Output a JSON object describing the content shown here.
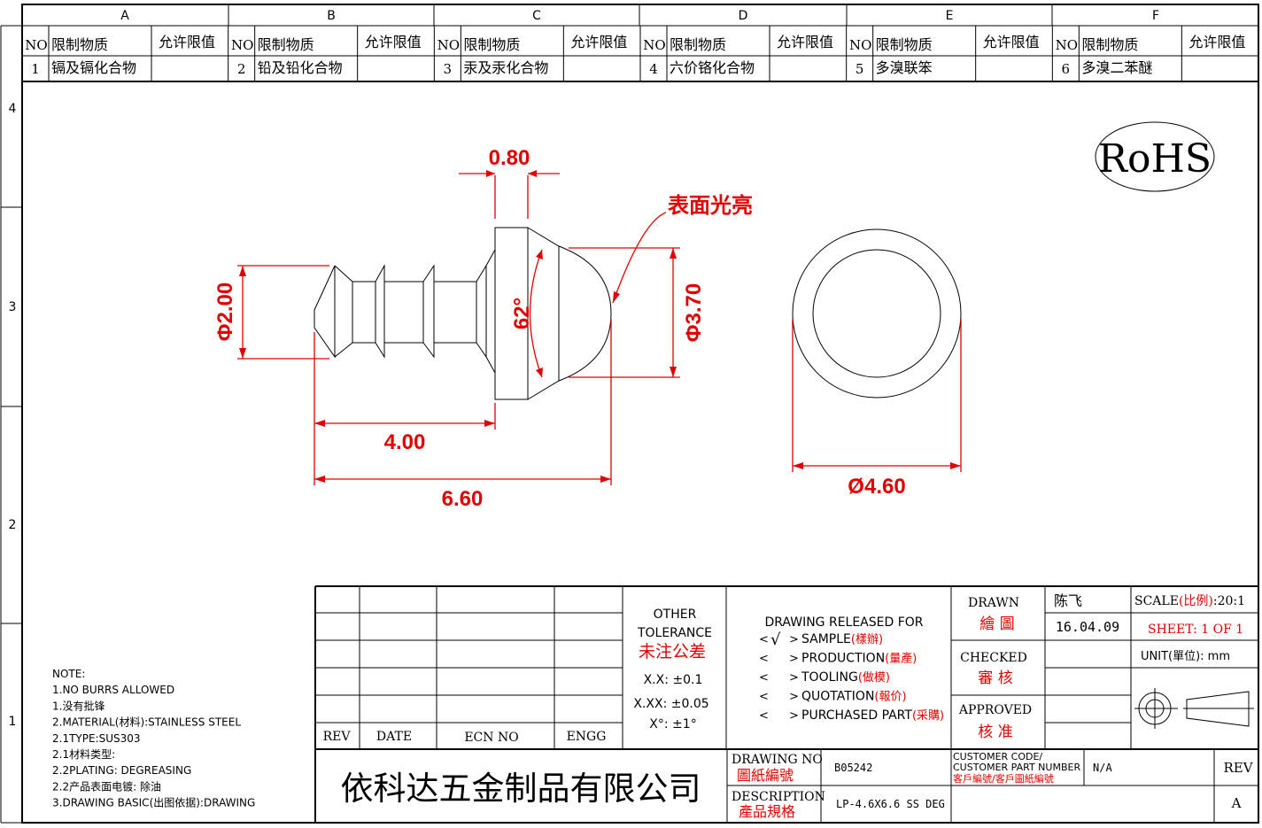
{
  "zone_columns": [
    "A",
    "B",
    "C",
    "D",
    "E",
    "F"
  ],
  "zone_rows": [
    "4",
    "3",
    "2",
    "1"
  ],
  "restricted_table": {
    "header_no": "NO",
    "header_substance": "限制物质",
    "header_limit": "允许限值",
    "rows": [
      {
        "no": "1",
        "substance": "镉及镉化合物",
        "limit": ""
      },
      {
        "no": "2",
        "substance": "铅及铅化合物",
        "limit": ""
      },
      {
        "no": "3",
        "substance": "汞及汞化合物",
        "limit": ""
      },
      {
        "no": "4",
        "substance": "六价铬化合物",
        "limit": ""
      },
      {
        "no": "5",
        "substance": "多溴联笨",
        "limit": ""
      },
      {
        "no": "6",
        "substance": "多溴二苯醚",
        "limit": ""
      }
    ]
  },
  "rohs_label": "RoHS",
  "dimensions": {
    "head_thickness": "0.80",
    "surface_note": "表面光亮",
    "tip_diameter": "Φ2.00",
    "angle": "62°",
    "head_diameter": "Φ3.70",
    "shank_length": "4.00",
    "overall_length": "6.60",
    "outer_diameter": "Ø4.60"
  },
  "notes": [
    "NOTE:",
    "1.NO BURRS ALLOWED",
    "1.没有批锋",
    "2.MATERIAL(材料):STAINLESS STEEL",
    "2.1TYPE:SUS303",
    "2.1材料类型:",
    "2.2PLATING: DEGREASING",
    "2.2产品表面电镀: 除油",
    "3.DRAWING BASIC(出图依据):DRAWING"
  ],
  "revision_block": {
    "rev": "REV",
    "date": "DATE",
    "ecn": "ECN NO",
    "engg": "ENGG"
  },
  "tolerance": {
    "line1": "OTHER",
    "line2": "TOLERANCE",
    "cn": "未注公差",
    "xx": "X.X: ±0.1",
    "xxx": "X.XX: ±0.05",
    "deg": "X°: ±1°"
  },
  "release": {
    "title": "DRAWING RELEASED FOR",
    "items": [
      {
        "en": "SAMPLE",
        "cn": "(樣辦)",
        "checked": true
      },
      {
        "en": "PRODUCTION",
        "cn": "(量產)",
        "checked": false
      },
      {
        "en": "TOOLING",
        "cn": "(做模)",
        "checked": false
      },
      {
        "en": "QUOTATION",
        "cn": "(報价)",
        "checked": false
      },
      {
        "en": "PURCHASED PART",
        "cn": "(采購)",
        "checked": false
      }
    ],
    "bracket_l": "<",
    "bracket_r": ">",
    "check": "√"
  },
  "signatures": {
    "drawn_en": "DRAWN",
    "drawn_cn": "繪 圖",
    "drawn_name": "陈飞",
    "drawn_date": "16.04.09",
    "checked_en": "CHECKED",
    "checked_cn": "審 核",
    "approved_en": "APPROVED",
    "approved_cn": "核 准"
  },
  "scale": {
    "label": "SCALE",
    "label_cn": "(比例)",
    "value": ":20:1",
    "sheet": "SHEET:  1 OF 1",
    "unit": "UNIT(單位): mm"
  },
  "company": "依科达五金制品有限公司",
  "drawing_no": {
    "label": "DRAWING NO",
    "label_cn": "圖紙編號",
    "value": "B05242"
  },
  "customer": {
    "label1": "CUSTOMER CODE/",
    "label2": "CUSTOMER PART NUMBER",
    "label_cn": "客戶編號/客戶圖紙編號",
    "value": "N/A"
  },
  "description": {
    "label": "DESCRIPTION",
    "label_cn": "產品規格",
    "value": "LP-4.6X6.6 SS DEG"
  },
  "rev": {
    "label": "REV",
    "value": "A"
  },
  "colors": {
    "accent": "#e00000",
    "line": "#000000"
  }
}
